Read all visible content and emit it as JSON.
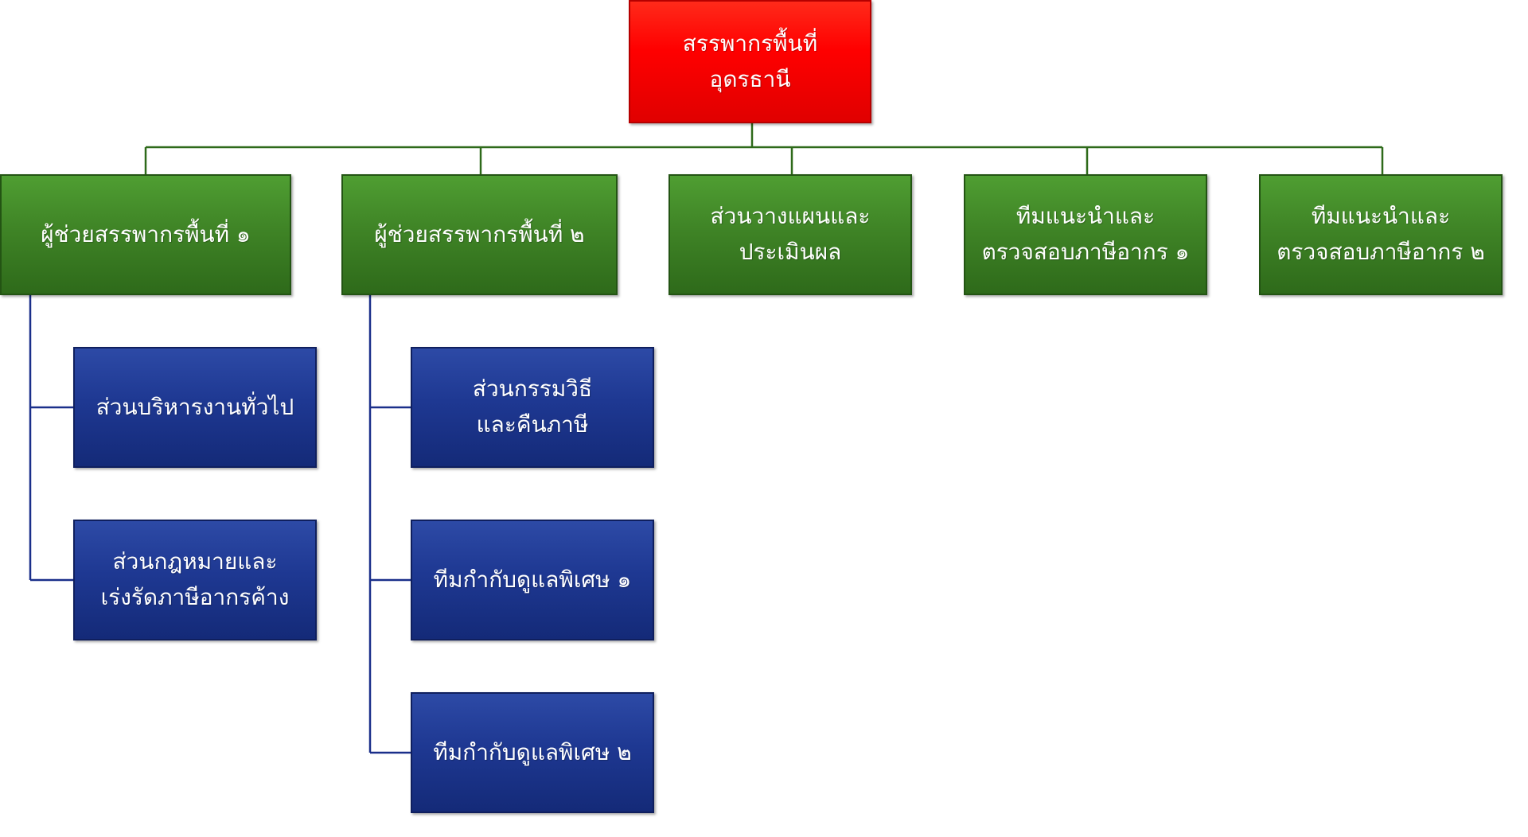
{
  "colors": {
    "root": "#ff0000",
    "green": "#3f8426",
    "blue": "#1e3892",
    "green_connector": "#2e6a1a",
    "blue_connector": "#1a2f8a"
  },
  "root": {
    "label": "สรรพากรพื้นที่\nอุดรธานี"
  },
  "departments": [
    {
      "label": "ผู้ช่วยสรรพากรพื้นที่ ๑"
    },
    {
      "label": "ผู้ช่วยสรรพากรพื้นที่ ๒"
    },
    {
      "label": "ส่วนวางแผนและ\nประเมินผล"
    },
    {
      "label": "ทีมแนะนำและ\nตรวจสอบภาษีอากร ๑"
    },
    {
      "label": "ทีมแนะนำและ\nตรวจสอบภาษีอากร ๒"
    }
  ],
  "assistant1_units": [
    {
      "label": "ส่วนบริหารงานทั่วไป"
    },
    {
      "label": "ส่วนกฎหมายและ\nเร่งรัดภาษีอากรค้าง"
    }
  ],
  "assistant2_units": [
    {
      "label": "ส่วนกรรมวิธี\nและคืนภาษี"
    },
    {
      "label": "ทีมกำกับดูแลพิเศษ ๑"
    },
    {
      "label": "ทีมกำกับดูแลพิเศษ ๒"
    }
  ]
}
